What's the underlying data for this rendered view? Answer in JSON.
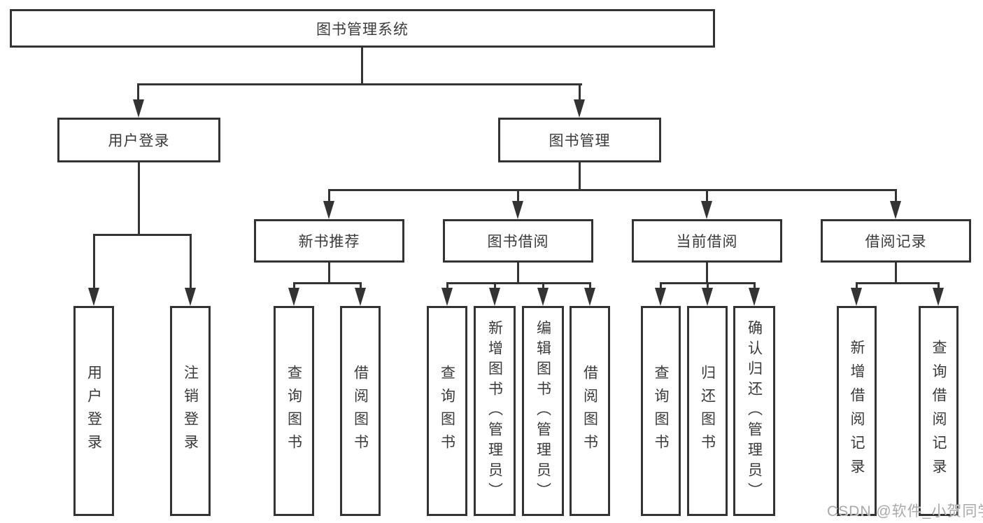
{
  "diagram": {
    "root": {
      "label": "图书管理系统"
    },
    "user_login": {
      "label": "用户登录",
      "children": [
        {
          "label": "用户登录"
        },
        {
          "label": "注销登录"
        }
      ]
    },
    "book_mgmt": {
      "label": "图书管理",
      "sections": [
        {
          "label": "新书推荐",
          "children": [
            {
              "label": "查询图书"
            },
            {
              "label": "借阅图书"
            }
          ]
        },
        {
          "label": "图书借阅",
          "children": [
            {
              "label": "查询图书"
            },
            {
              "label": "新增图书（管理员）"
            },
            {
              "label": "编辑图书（管理员）"
            },
            {
              "label": "借阅图书"
            }
          ]
        },
        {
          "label": "当前借阅",
          "children": [
            {
              "label": "查询图书"
            },
            {
              "label": "归还图书"
            },
            {
              "label": "确认归还（管理员）"
            }
          ]
        },
        {
          "label": "借阅记录",
          "children": [
            {
              "label": "新增借阅记录"
            },
            {
              "label": "查询借阅记录"
            }
          ]
        }
      ]
    },
    "colors": {
      "line": "#333333",
      "text": "#3a3a3a",
      "background": "#ffffff"
    }
  },
  "watermark": {
    "text": "CSDN @软件_小贺同学"
  }
}
